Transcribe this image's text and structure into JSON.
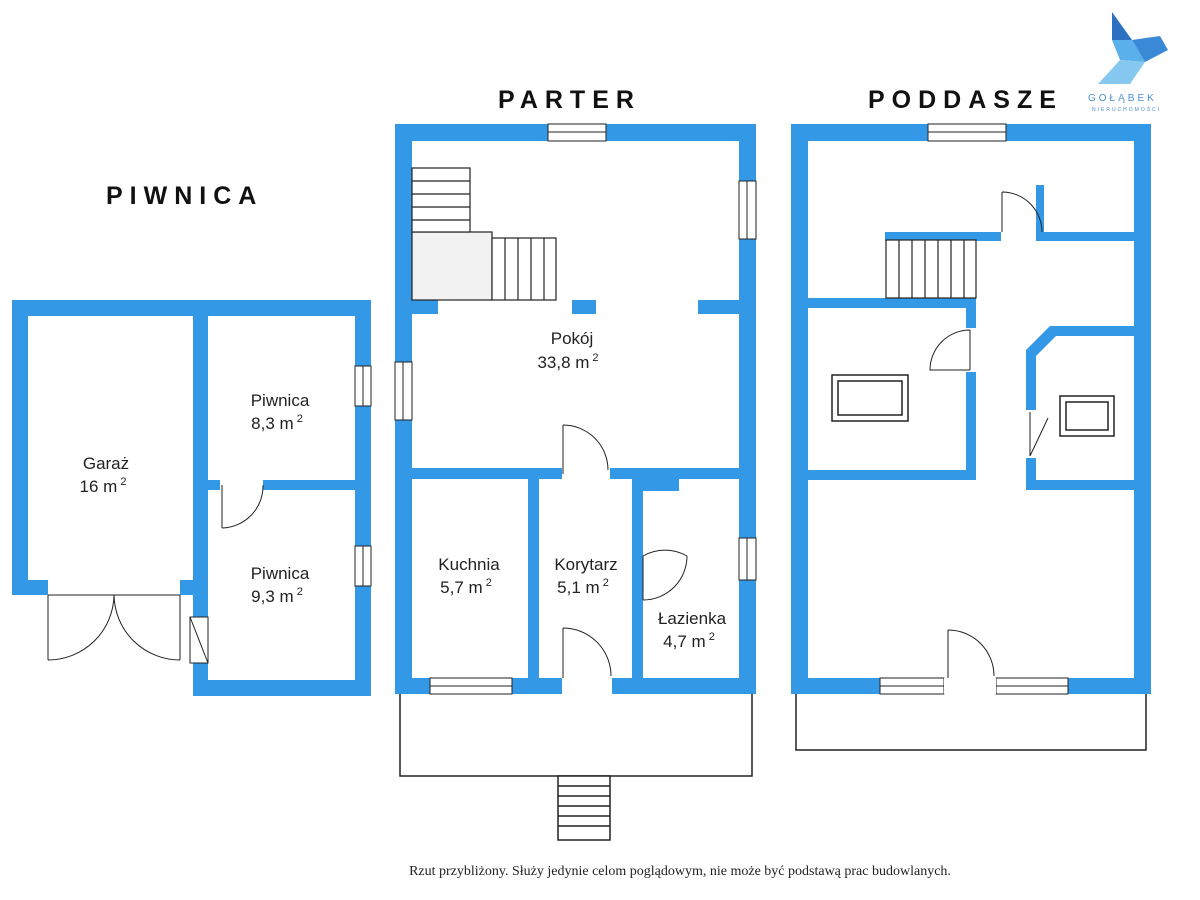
{
  "floors": {
    "piwnica": "PIWNICA",
    "parter": "PARTER",
    "poddasze": "PODDASZE"
  },
  "rooms": {
    "garaz": {
      "name": "Garaż",
      "area": "16 m",
      "unit_sup": "2"
    },
    "piwnica1": {
      "name": "Piwnica",
      "area": "8,3 m",
      "unit_sup": "2"
    },
    "piwnica2": {
      "name": "Piwnica",
      "area": "9,3 m",
      "unit_sup": "2"
    },
    "pokoj": {
      "name": "Pokój",
      "area": "33,8 m",
      "unit_sup": "2"
    },
    "kuchnia": {
      "name": "Kuchnia",
      "area": "5,7 m",
      "unit_sup": "2"
    },
    "korytarz": {
      "name": "Korytarz",
      "area": "5,1 m",
      "unit_sup": "2"
    },
    "lazienka": {
      "name": "Łazienka",
      "area": "4,7 m",
      "unit_sup": "2"
    }
  },
  "logo": {
    "name": "GOŁĄBEK",
    "sub": "NIERUCHOMOŚCI"
  },
  "disclaimer": "Rzut przybliżony. Służy jedynie celom poglądowym, nie może być podstawą prac budowlanych.",
  "colors": {
    "wall": "#3399e6",
    "outline": "#222222"
  }
}
